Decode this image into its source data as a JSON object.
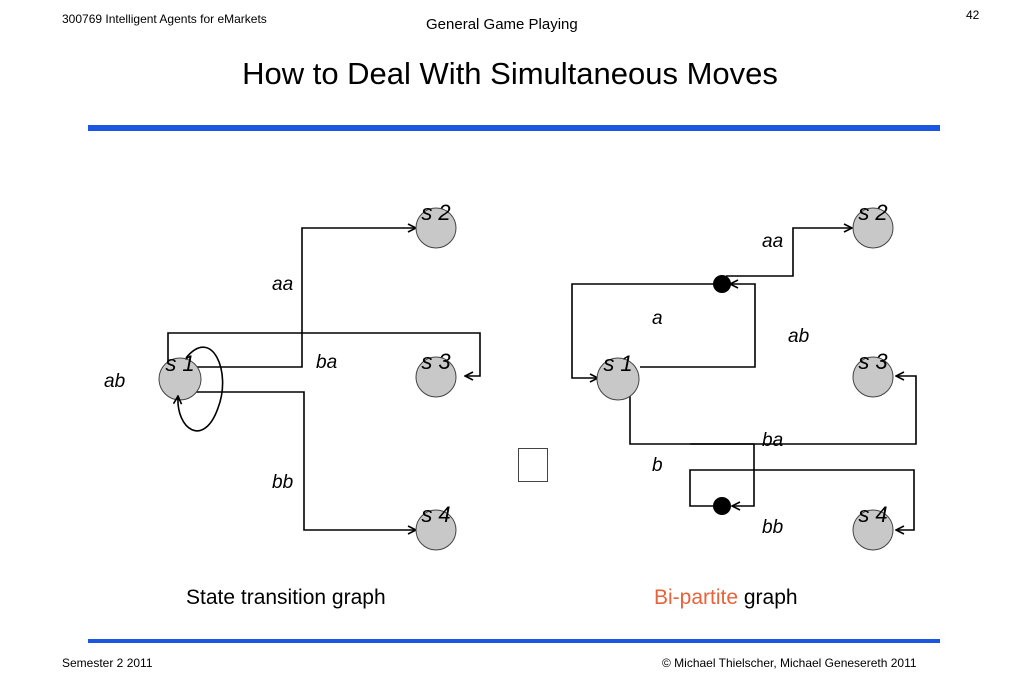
{
  "header": {
    "course": "300769 Intelligent Agents for eMarkets",
    "topic": "General Game Playing",
    "page_number": "42"
  },
  "slide": {
    "title": "How to Deal With Simultaneous Moves"
  },
  "footer": {
    "semester": "Semester 2 2011",
    "copyright": "© Michael Thielscher, Michael Genesereth 2011"
  },
  "colors": {
    "accent_bar": "#1a56e0",
    "highlight": "#e8623a",
    "node_fill": "#c8c8c8"
  },
  "left_graph": {
    "caption": "State transition graph",
    "nodes": {
      "s1": "s 1",
      "s2": "s 2",
      "s3": "s 3",
      "s4": "s 4"
    },
    "edges": {
      "aa": "aa",
      "ab": "ab",
      "ba": "ba",
      "bb": "bb"
    }
  },
  "right_graph": {
    "caption_highlight": "Bi-partite",
    "caption_rest": " graph",
    "nodes": {
      "s1": "s 1",
      "s2": "s 2",
      "s3": "s 3",
      "s4": "s 4"
    },
    "edges": {
      "a": "a",
      "b": "b",
      "aa": "aa",
      "ab": "ab",
      "ba": "ba",
      "bb": "bb"
    }
  }
}
